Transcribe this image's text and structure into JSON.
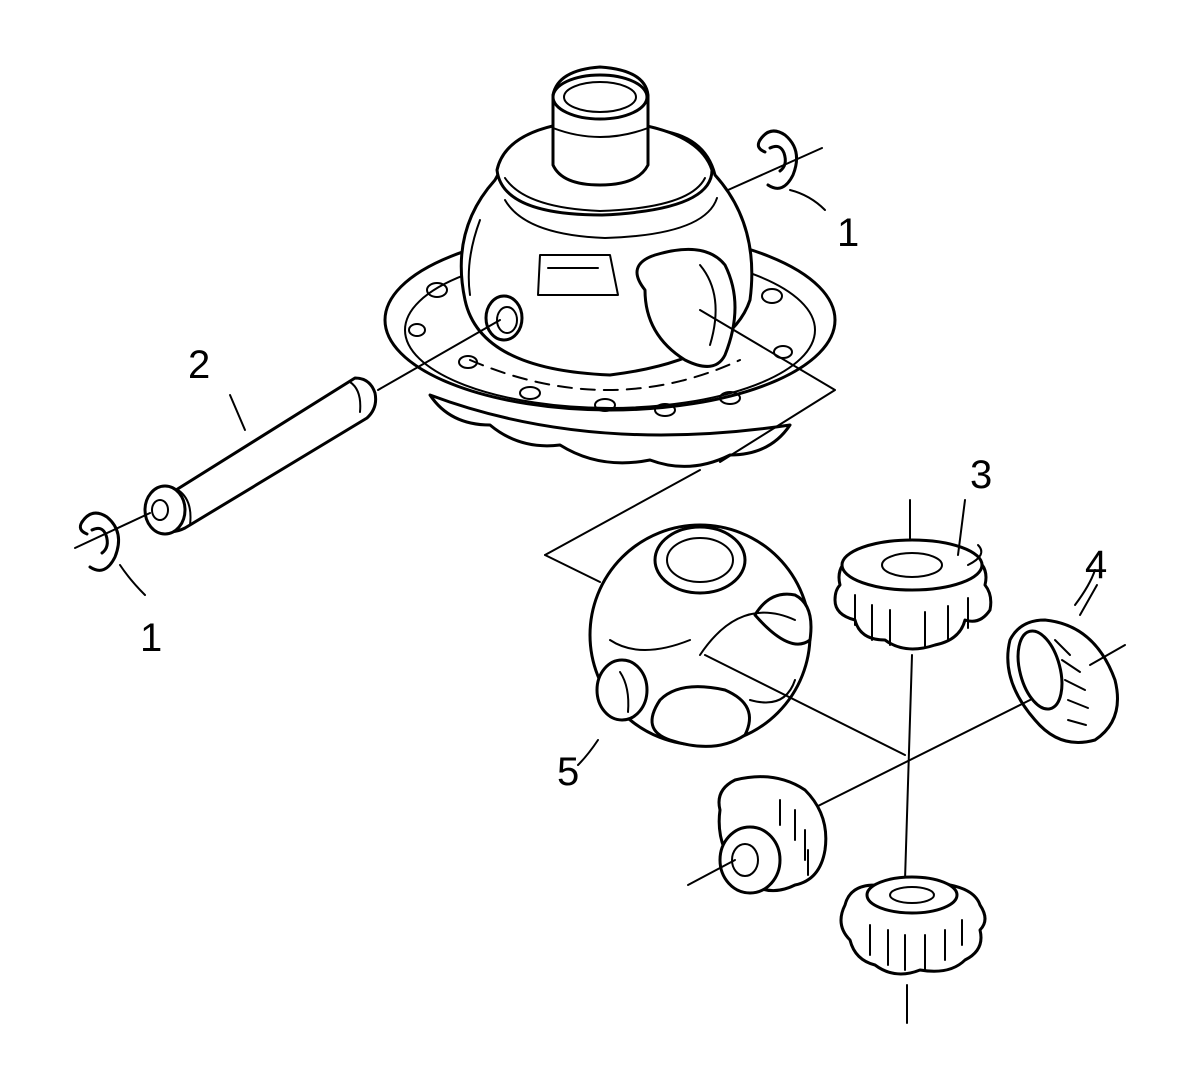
{
  "callouts": {
    "c1_top": "1",
    "c1_left": "1",
    "c2": "2",
    "c3": "3",
    "c4": "4",
    "c5": "5"
  }
}
